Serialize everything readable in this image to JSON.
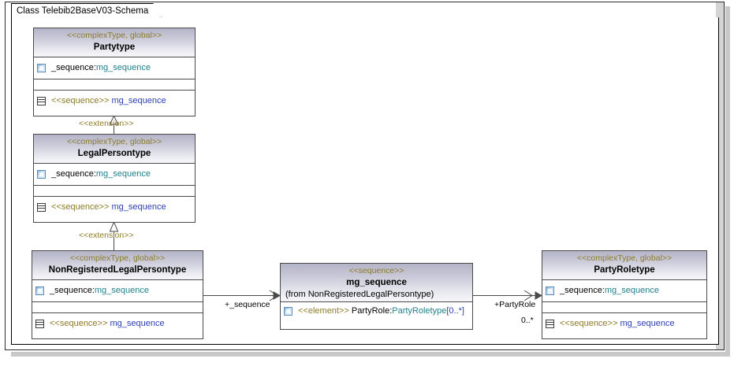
{
  "window": {
    "frame_title": "Class Telebib2BaseV03-Schema"
  },
  "colors": {
    "stereotype": "#8c7b28",
    "type_ref": "#1f7f8c",
    "member_blue": "#2b3fb0",
    "border": "#4a4a4a",
    "header_top": "#b4b4c8",
    "header_bottom": "#f7f7fa"
  },
  "classes": [
    {
      "id": "partytype",
      "stereotype": "<<complexType, global>>",
      "name": "Partytype",
      "from": null,
      "members": [
        {
          "icon": "attribute-icon",
          "parts": [
            {
              "text": "_sequence:",
              "color": "black"
            },
            {
              "text": "mg_sequence",
              "color": "teal"
            }
          ]
        },
        {
          "icon": null,
          "parts": []
        },
        {
          "icon": "sequence-group-icon",
          "parts": [
            {
              "text": "<<sequence>> ",
              "color": "olive"
            },
            {
              "text": "mg_sequence",
              "color": "blue"
            }
          ]
        }
      ]
    },
    {
      "id": "legalpersontype",
      "stereotype": "<<complexType, global>>",
      "name": "LegalPersontype",
      "from": null,
      "members": [
        {
          "icon": "attribute-icon",
          "parts": [
            {
              "text": "_sequence:",
              "color": "black"
            },
            {
              "text": "mg_sequence",
              "color": "teal"
            }
          ]
        },
        {
          "icon": null,
          "parts": []
        },
        {
          "icon": "sequence-group-icon",
          "parts": [
            {
              "text": "<<sequence>> ",
              "color": "olive"
            },
            {
              "text": "mg_sequence",
              "color": "blue"
            }
          ]
        }
      ]
    },
    {
      "id": "nonregisteredlegalpersontype",
      "stereotype": "<<complexType, global>>",
      "name": "NonRegisteredLegalPersontype",
      "from": null,
      "members": [
        {
          "icon": "attribute-icon",
          "parts": [
            {
              "text": "_sequence:",
              "color": "black"
            },
            {
              "text": "mg_sequence",
              "color": "teal"
            }
          ]
        },
        {
          "icon": null,
          "parts": []
        },
        {
          "icon": "sequence-group-icon",
          "parts": [
            {
              "text": "<<sequence>> ",
              "color": "olive"
            },
            {
              "text": "mg_sequence",
              "color": "blue"
            }
          ]
        }
      ]
    },
    {
      "id": "mg_sequence",
      "stereotype": "<<sequence>>",
      "name": "mg_sequence",
      "from": "(from NonRegisteredLegalPersontype)",
      "members": [
        {
          "icon": "attribute-icon",
          "parts": [
            {
              "text": "<<element>> ",
              "color": "olive"
            },
            {
              "text": "PartyRole:",
              "color": "black"
            },
            {
              "text": "PartyRoletype",
              "color": "teal"
            },
            {
              "text": "[0..*]",
              "color": "blue"
            }
          ]
        }
      ]
    },
    {
      "id": "partyroletype",
      "stereotype": "<<complexType, global>>",
      "name": "PartyRoletype",
      "from": null,
      "members": [
        {
          "icon": "attribute-icon",
          "parts": [
            {
              "text": "_sequence:",
              "color": "black"
            },
            {
              "text": "mg_sequence",
              "color": "teal"
            }
          ]
        },
        {
          "icon": null,
          "parts": []
        },
        {
          "icon": "sequence-group-icon",
          "parts": [
            {
              "text": "<<sequence>> ",
              "color": "olive"
            },
            {
              "text": "mg_sequence",
              "color": "blue"
            }
          ]
        }
      ]
    }
  ],
  "connectors": {
    "extension_1_label": "<<extension>>",
    "extension_2_label": "<<extension>>",
    "assoc_sequence_role": "+_sequence",
    "assoc_partyrole_role": "+PartyRole",
    "assoc_partyrole_multiplicity": "0..*"
  }
}
